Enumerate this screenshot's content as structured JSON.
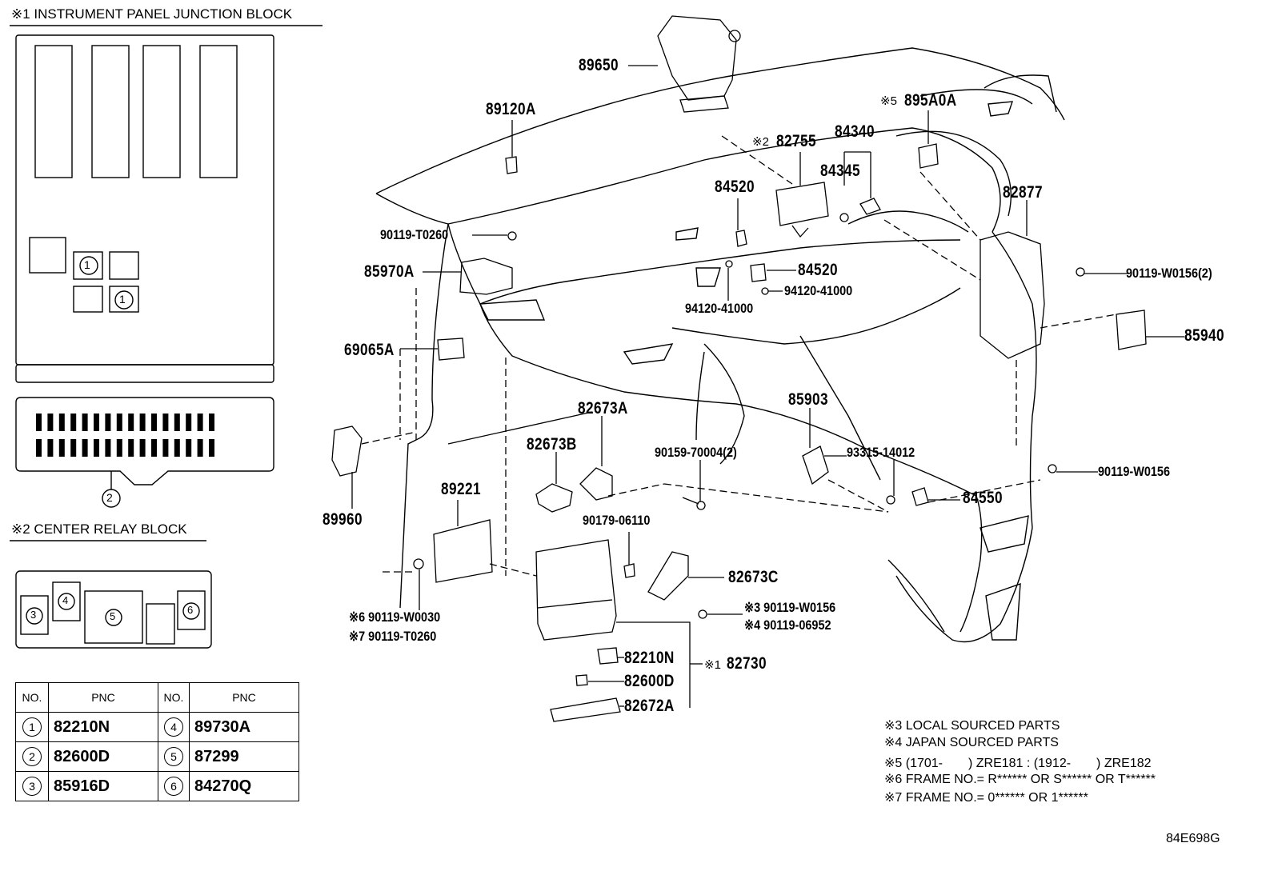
{
  "junction_block": {
    "title": "※1 INSTRUMENT PANEL JUNCTION BLOCK",
    "markers": [
      "1",
      "1",
      "2"
    ]
  },
  "center_relay": {
    "title": "※2 CENTER RELAY BLOCK",
    "markers": [
      "3",
      "4",
      "5",
      "6"
    ]
  },
  "pnc_table": {
    "headers": [
      "NO.",
      "PNC",
      "NO.",
      "PNC"
    ],
    "rows": [
      {
        "no1": "1",
        "pnc1": "82210N",
        "no2": "4",
        "pnc2": "89730A"
      },
      {
        "no1": "2",
        "pnc1": "82600D",
        "no2": "5",
        "pnc2": "87299"
      },
      {
        "no1": "3",
        "pnc1": "85916D",
        "no2": "6",
        "pnc2": "84270Q"
      }
    ]
  },
  "parts": [
    {
      "id": "p89650",
      "text": "89650"
    },
    {
      "id": "p89120A",
      "text": "89120A"
    },
    {
      "id": "p895A0A_mark",
      "text": "※5"
    },
    {
      "id": "p895A0A",
      "text": "895A0A"
    },
    {
      "id": "p84340",
      "text": "84340"
    },
    {
      "id": "p82755_mark",
      "text": "※2"
    },
    {
      "id": "p82755",
      "text": "82755"
    },
    {
      "id": "p84345",
      "text": "84345"
    },
    {
      "id": "p84520a",
      "text": "84520"
    },
    {
      "id": "p82877",
      "text": "82877"
    },
    {
      "id": "p90119T0260a",
      "text": "90119-T0260"
    },
    {
      "id": "p85970A",
      "text": "85970A"
    },
    {
      "id": "p84520b",
      "text": "84520"
    },
    {
      "id": "p9412041000a",
      "text": "94120-41000"
    },
    {
      "id": "p9412041000b",
      "text": "94120-41000"
    },
    {
      "id": "p90119W0156_2",
      "text": "90119-W0156(2)"
    },
    {
      "id": "p85940",
      "text": "85940"
    },
    {
      "id": "p69065A",
      "text": "69065A"
    },
    {
      "id": "p85903",
      "text": "85903"
    },
    {
      "id": "p82673A",
      "text": "82673A"
    },
    {
      "id": "p82673B",
      "text": "82673B"
    },
    {
      "id": "p9015970004",
      "text": "90159-70004(2)"
    },
    {
      "id": "p9331514012",
      "text": "93315-14012"
    },
    {
      "id": "p90119W0156b",
      "text": "90119-W0156"
    },
    {
      "id": "p89221",
      "text": "89221"
    },
    {
      "id": "p89960",
      "text": "89960"
    },
    {
      "id": "p84550",
      "text": "84550"
    },
    {
      "id": "p9017906110",
      "text": "90179-06110"
    },
    {
      "id": "p82673C",
      "text": "82673C"
    },
    {
      "id": "p90119W0030",
      "text": "※6 90119-W0030"
    },
    {
      "id": "p90119T0260b",
      "text": "※7 90119-T0260"
    },
    {
      "id": "p90119W0156c",
      "text": "※3 90119-W0156"
    },
    {
      "id": "p9011906952",
      "text": "※4 90119-06952"
    },
    {
      "id": "p82210N",
      "text": "82210N"
    },
    {
      "id": "p82730_mark",
      "text": "※1"
    },
    {
      "id": "p82730",
      "text": "82730"
    },
    {
      "id": "p82600D",
      "text": "82600D"
    },
    {
      "id": "p82672A",
      "text": "82672A"
    }
  ],
  "notes": [
    "※3 LOCAL SOURCED PARTS",
    "※4 JAPAN SOURCED PARTS",
    "※5 (1701-　　) ZRE181 : (1912-　　) ZRE182",
    "※6 FRAME NO.= R****** OR S****** OR T******",
    "※7 FRAME NO.= 0****** OR 1******"
  ],
  "diagram_code": "84E698G"
}
